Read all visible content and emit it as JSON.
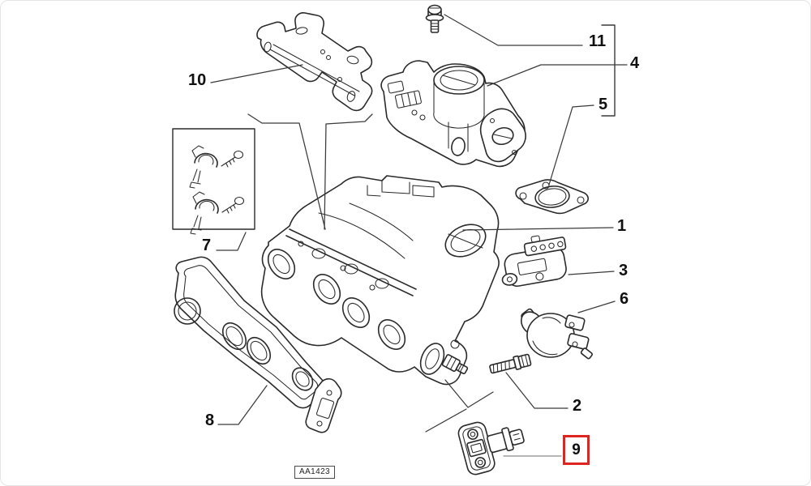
{
  "diagram": {
    "code": "AA1423",
    "highlighted_part": "9",
    "colors": {
      "line": "#2a2a2a",
      "leader": "#3a3a3a",
      "highlight": "#dd2420",
      "background": "#ffffff"
    },
    "parts": [
      {
        "label": "1",
        "highlighted": false
      },
      {
        "label": "2",
        "highlighted": false
      },
      {
        "label": "3",
        "highlighted": false
      },
      {
        "label": "4",
        "highlighted": false
      },
      {
        "label": "5",
        "highlighted": false
      },
      {
        "label": "6",
        "highlighted": false
      },
      {
        "label": "7",
        "highlighted": false
      },
      {
        "label": "8",
        "highlighted": false
      },
      {
        "label": "9",
        "highlighted": true
      },
      {
        "label": "10",
        "highlighted": false
      },
      {
        "label": "11",
        "highlighted": false
      }
    ]
  }
}
